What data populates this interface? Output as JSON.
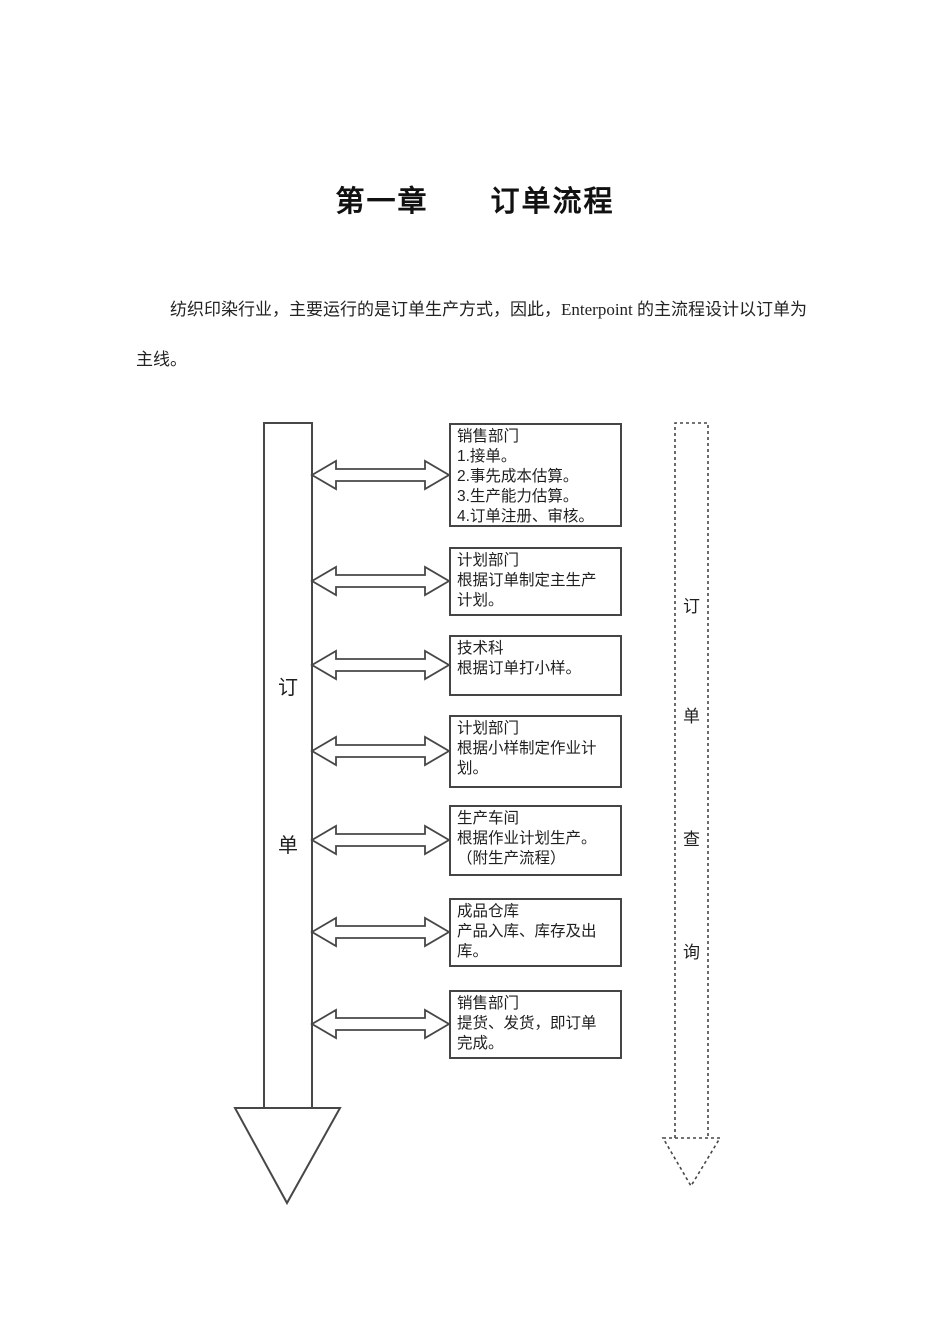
{
  "page": {
    "title": "第一章　　订单流程",
    "intro": "纺织印染行业，主要运行的是订单生产方式，因此，Enterpoint 的主流程设计以订单为主线。"
  },
  "diagram": {
    "left_arrow_label": [
      "订",
      "单"
    ],
    "right_arrow_label": [
      "订",
      "单",
      "查",
      "询"
    ],
    "boxes": [
      {
        "text": "销售部门\n1.接单。\n2.事先成本估算。\n3.生产能力估算。\n4.订单注册、审核。"
      },
      {
        "text": "计划部门\n根据订单制定主生产\n计划。"
      },
      {
        "text": "技术科\n根据订单打小样。"
      },
      {
        "text": "计划部门\n根据小样制定作业计\n划。"
      },
      {
        "text": "生产车间\n根据作业计划生产。\n（附生产流程）"
      },
      {
        "text": "成品仓库\n产品入库、库存及出\n库。"
      },
      {
        "text": "销售部门\n提货、发货，即订单\n完成。"
      }
    ],
    "colors": {
      "line": "#474747",
      "text": "#1f1f1f"
    }
  }
}
